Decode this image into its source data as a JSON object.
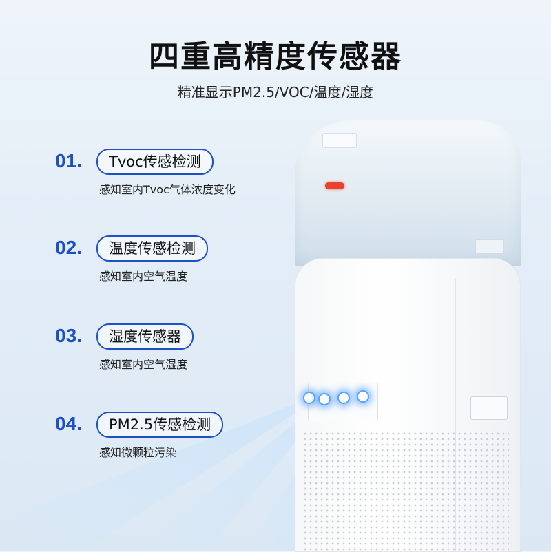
{
  "title": "四重高精度传感器",
  "subtitle": "精准显示PM2.5/VOC/温度/湿度",
  "features": [
    {
      "num": "01.",
      "label": "Tvoc传感检测",
      "desc": "感知室内Tvoc气体浓度变化"
    },
    {
      "num": "02.",
      "label": "温度传感检测",
      "desc": "感知室内空气温度"
    },
    {
      "num": "03.",
      "label": "湿度传感器",
      "desc": "感知室内空气湿度"
    },
    {
      "num": "04.",
      "label": "PM2.5传感检测",
      "desc": "感知微颗粒污染"
    }
  ],
  "colors": {
    "accent": "#1d4fc8",
    "sensor": "#e8412e",
    "led": "#5aa4ff"
  }
}
